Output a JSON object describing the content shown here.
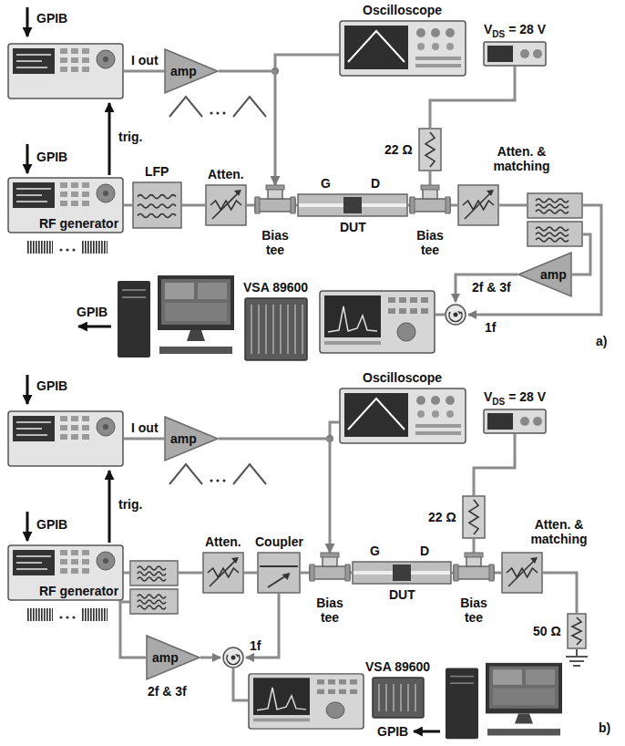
{
  "diagram": {
    "nodes": [
      {
        "text": [
          "Oscilloscope"
        ]
      },
      {
        "text": [
          "amp"
        ]
      },
      {
        "text": [
          "V",
          "DS",
          "= 28 V"
        ]
      },
      {
        "text": [
          "22 Ω"
        ]
      },
      {
        "text": [
          "RF generator"
        ]
      },
      {
        "text": [
          "LFP"
        ]
      },
      {
        "text": [
          "Atten."
        ]
      },
      {
        "text": [
          "Bias tee"
        ]
      },
      {
        "text": [
          "G",
          "D",
          "DUT"
        ]
      },
      {
        "text": [
          "Bias tee"
        ]
      },
      {
        "text": [
          "Atten. & matching"
        ]
      },
      {
        "text": [
          "amp"
        ]
      },
      {
        "text": [
          "VSA 89600"
        ]
      },
      {
        "text": [
          "Oscilloscope"
        ]
      },
      {
        "text": [
          "amp"
        ]
      },
      {
        "text": [
          "V",
          "DS",
          "= 28 V"
        ]
      },
      {
        "text": [
          "22 Ω"
        ]
      },
      {
        "text": [
          "RF generator"
        ]
      },
      {
        "text": [
          "Atten."
        ]
      },
      {
        "text": [
          "Coupler"
        ]
      },
      {
        "text": [
          "Bias tee"
        ]
      },
      {
        "text": [
          "G",
          "D",
          "DUT"
        ]
      },
      {
        "text": [
          "Bias tee"
        ]
      },
      {
        "text": [
          "Atten. & matching"
        ]
      },
      {
        "text": [
          "50 Ω"
        ]
      },
      {
        "text": [
          "amp"
        ]
      },
      {
        "text": [
          "VSA 89600"
        ]
      }
    ],
    "edges": [
      {
        "from": 4,
        "to": 5,
        "arrow": "none"
      },
      {
        "from": 5,
        "to": 6,
        "arrow": "none"
      },
      {
        "from": 6,
        "to": 7,
        "arrow": "none"
      },
      {
        "from": 7,
        "to": 8,
        "arrow": "none"
      },
      {
        "from": 8,
        "to": 9,
        "arrow": "none"
      },
      {
        "from": 9,
        "to": 10,
        "arrow": "none"
      },
      {
        "from": 1,
        "to": 7,
        "arrow": "to"
      },
      {
        "from": 2,
        "to": 3,
        "arrow": "none"
      },
      {
        "from": 3,
        "to": 9,
        "arrow": "none"
      },
      {
        "from": 18,
        "to": 19,
        "arrow": "none"
      },
      {
        "from": 19,
        "to": 20,
        "arrow": "none"
      },
      {
        "from": 20,
        "to": 21,
        "arrow": "none"
      },
      {
        "from": 21,
        "to": 22,
        "arrow": "none"
      },
      {
        "from": 22,
        "to": 23,
        "arrow": "none"
      },
      {
        "from": 23,
        "to": 24,
        "arrow": "none"
      },
      {
        "from": 14,
        "to": 20,
        "arrow": "to"
      },
      {
        "from": 15,
        "to": 16,
        "arrow": "none"
      },
      {
        "from": 16,
        "to": 22,
        "arrow": "none"
      }
    ],
    "labels": [
      "GPIB",
      "I out",
      "trig.",
      "GPIB",
      "2f & 3f",
      "1f",
      "GPIB",
      "a)",
      "GPIB",
      "I out",
      "trig.",
      "GPIB",
      "1f",
      "2f & 3f",
      "GPIB",
      "b)"
    ]
  }
}
